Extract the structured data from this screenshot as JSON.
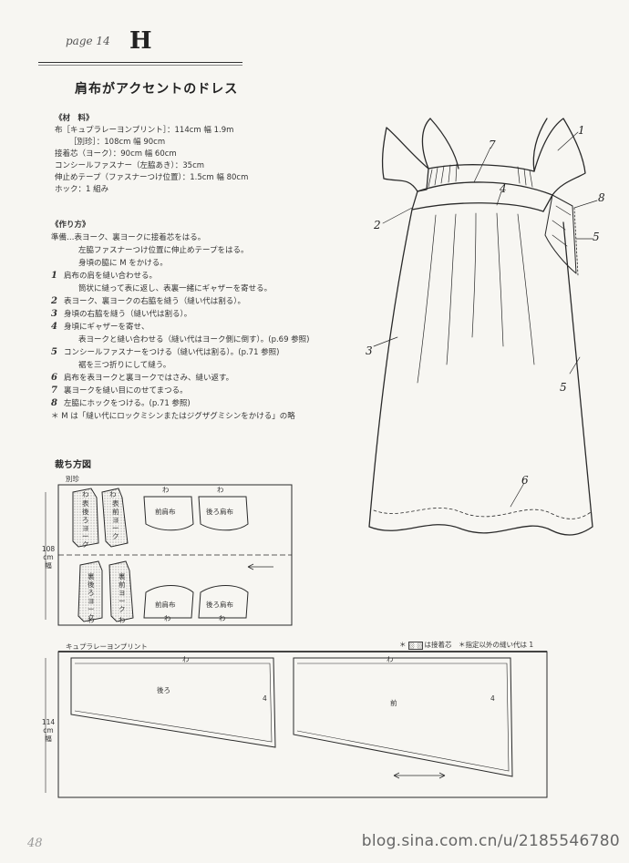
{
  "header": {
    "page_label": "page 14",
    "letter": "H"
  },
  "title": "肩布がアクセントのドレス",
  "materials": {
    "heading": "《材　料》",
    "rows": [
      "布［キュプラレーヨンプリント］：114cm 幅 1.9m",
      "［別珍］：108cm 幅 90cm",
      "接着芯（ヨーク）：90cm 幅 60cm",
      "コンシールファスナー（左脇あき）：35cm",
      "伸止めテープ（ファスナーつけ位置）：1.5cm 幅 80cm",
      "ホック：1 組み"
    ]
  },
  "method": {
    "heading": "《作り方》",
    "prep": [
      "準備…表ヨーク、裏ヨークに接着芯をはる。",
      "左脇ファスナーつけ位置に伸止めテープをはる。",
      "身頃の脇に M をかける。"
    ],
    "steps": [
      {
        "num": "1",
        "lines": [
          "肩布の肩を縫い合わせる。",
          "筒状に縫って表に返し、表裏一緒にギャザーを寄せる。"
        ]
      },
      {
        "num": "2",
        "lines": [
          "表ヨーク、裏ヨークの右脇を縫う（縫い代は割る）。"
        ]
      },
      {
        "num": "3",
        "lines": [
          "身頃の右脇を縫う（縫い代は割る）。"
        ]
      },
      {
        "num": "4",
        "lines": [
          "身頃にギャザーを寄せ、",
          "表ヨークと縫い合わせる（縫い代はヨーク側に倒す）。(p.69 参照)"
        ]
      },
      {
        "num": "5",
        "lines": [
          "コンシールファスナーをつける（縫い代は割る）。(p.71 参照)",
          "裾を三つ折りにして縫う。"
        ]
      },
      {
        "num": "6",
        "lines": [
          "肩布を表ヨークと裏ヨークではさみ、縫い返す。"
        ]
      },
      {
        "num": "7",
        "lines": [
          "裏ヨークを縫い目にのせてまつる。"
        ]
      },
      {
        "num": "8",
        "lines": [
          "左脇にホックをつける。(p.71 参照)"
        ]
      }
    ],
    "note": "＊ M は「縫い代にロックミシンまたはジグザグミシンをかける」の略"
  },
  "dress_callouts": [
    "1",
    "7",
    "4",
    "8",
    "2",
    "5",
    "3",
    "5",
    "6"
  ],
  "cutting": {
    "title": "裁ち方図",
    "velvet": {
      "label": "別珍",
      "width_label": "108",
      "width_unit": "cm",
      "width_suffix": "幅",
      "fold": "わ",
      "top_pieces": [
        "表後ろヨーク",
        "表前ヨーク",
        "前肩布",
        "後ろ肩布"
      ],
      "bottom_pieces": [
        "裏後ろヨーク",
        "裏前ヨーク",
        "前肩布",
        "後ろ肩布"
      ]
    },
    "print": {
      "label": "キュプラレーヨンプリント",
      "legend_interfacing": "は接着芯",
      "legend_seam": "＊指定以外の縫い代は 1",
      "width_label": "114",
      "width_unit": "cm",
      "width_suffix": "幅",
      "fold": "わ",
      "back": "後ろ",
      "front": "前",
      "seam_allowance": "4"
    }
  },
  "footer": {
    "page_number": "48",
    "watermark": "blog.sina.com.cn/u/2185546780"
  }
}
